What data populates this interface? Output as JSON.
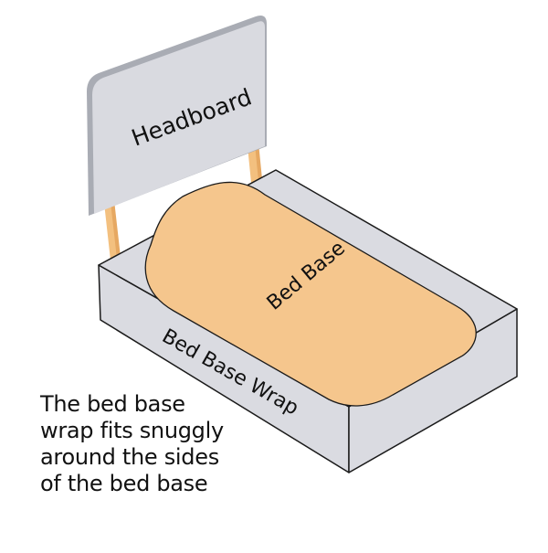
{
  "diagram": {
    "labels": {
      "headboard": "Headboard",
      "bed_base": "Bed Base",
      "bed_base_wrap": "Bed Base Wrap"
    },
    "caption": {
      "lines": [
        "The bed base",
        "wrap fits snuggly",
        "around the sides",
        "of the bed base"
      ]
    },
    "colors": {
      "headboard_face": "#d9dae0",
      "headboard_edge": "#a9acb4",
      "legs": "#f3c07f",
      "wrap": "#dadbe1",
      "bed_base": "#f5c68d",
      "outline": "#1a1a1a"
    }
  }
}
